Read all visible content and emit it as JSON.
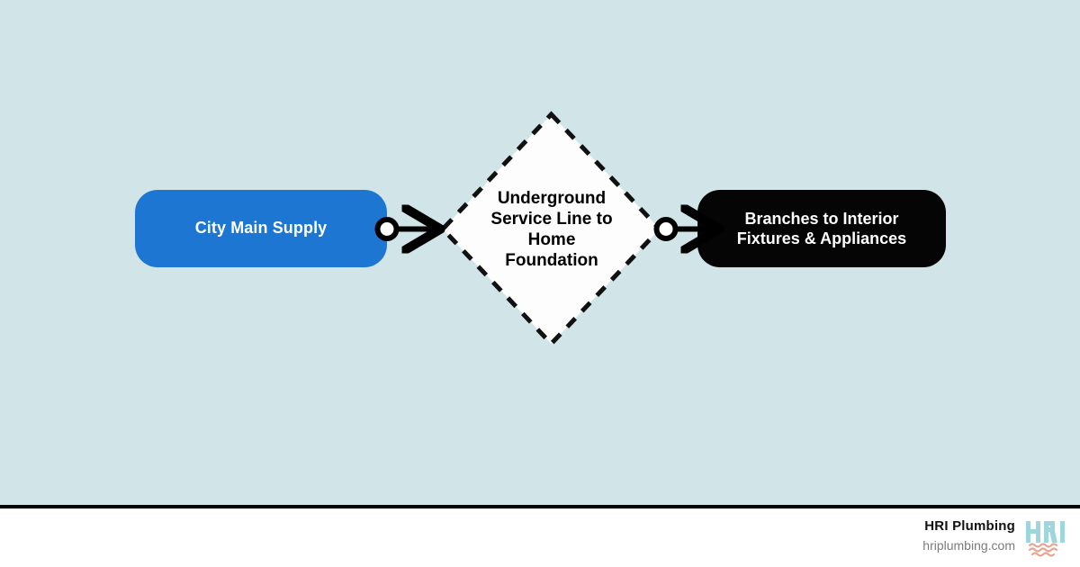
{
  "diagram": {
    "background_color": "#d1e5e9",
    "nodes": [
      {
        "id": "source",
        "label": "City Main Supply",
        "shape": "rounded-rectangle",
        "fill": "#1d76d1",
        "text_color": "#ffffff"
      },
      {
        "id": "process",
        "label": "Underground\nService Line to\nHome\nFoundation",
        "shape": "diamond",
        "fill": "#ffffff",
        "border_style": "dashed",
        "border_color": "#111111",
        "text_color": "#000000"
      },
      {
        "id": "destination",
        "label": "Branches to Interior\nFixtures & Appliances",
        "shape": "rounded-rectangle",
        "fill": "#050505",
        "text_color": "#ffffff"
      }
    ],
    "connectors": [
      {
        "id": "connector-1",
        "from": "source",
        "to": "process",
        "label": "",
        "start_marker": "circle",
        "end_marker": "arrow",
        "color": "#000000"
      },
      {
        "id": "connector-2",
        "from": "process",
        "to": "destination",
        "label": "",
        "start_marker": "circle",
        "end_marker": "arrow",
        "color": "#000000"
      }
    ]
  },
  "footer": {
    "brand_name": "HRI Plumbing",
    "brand_url": "hriplumbing.com",
    "logo_text": "HRI",
    "logo_letter_color": "#9ed6dc",
    "logo_wave_color": "#e8a48e",
    "divider_color": "#000000"
  }
}
